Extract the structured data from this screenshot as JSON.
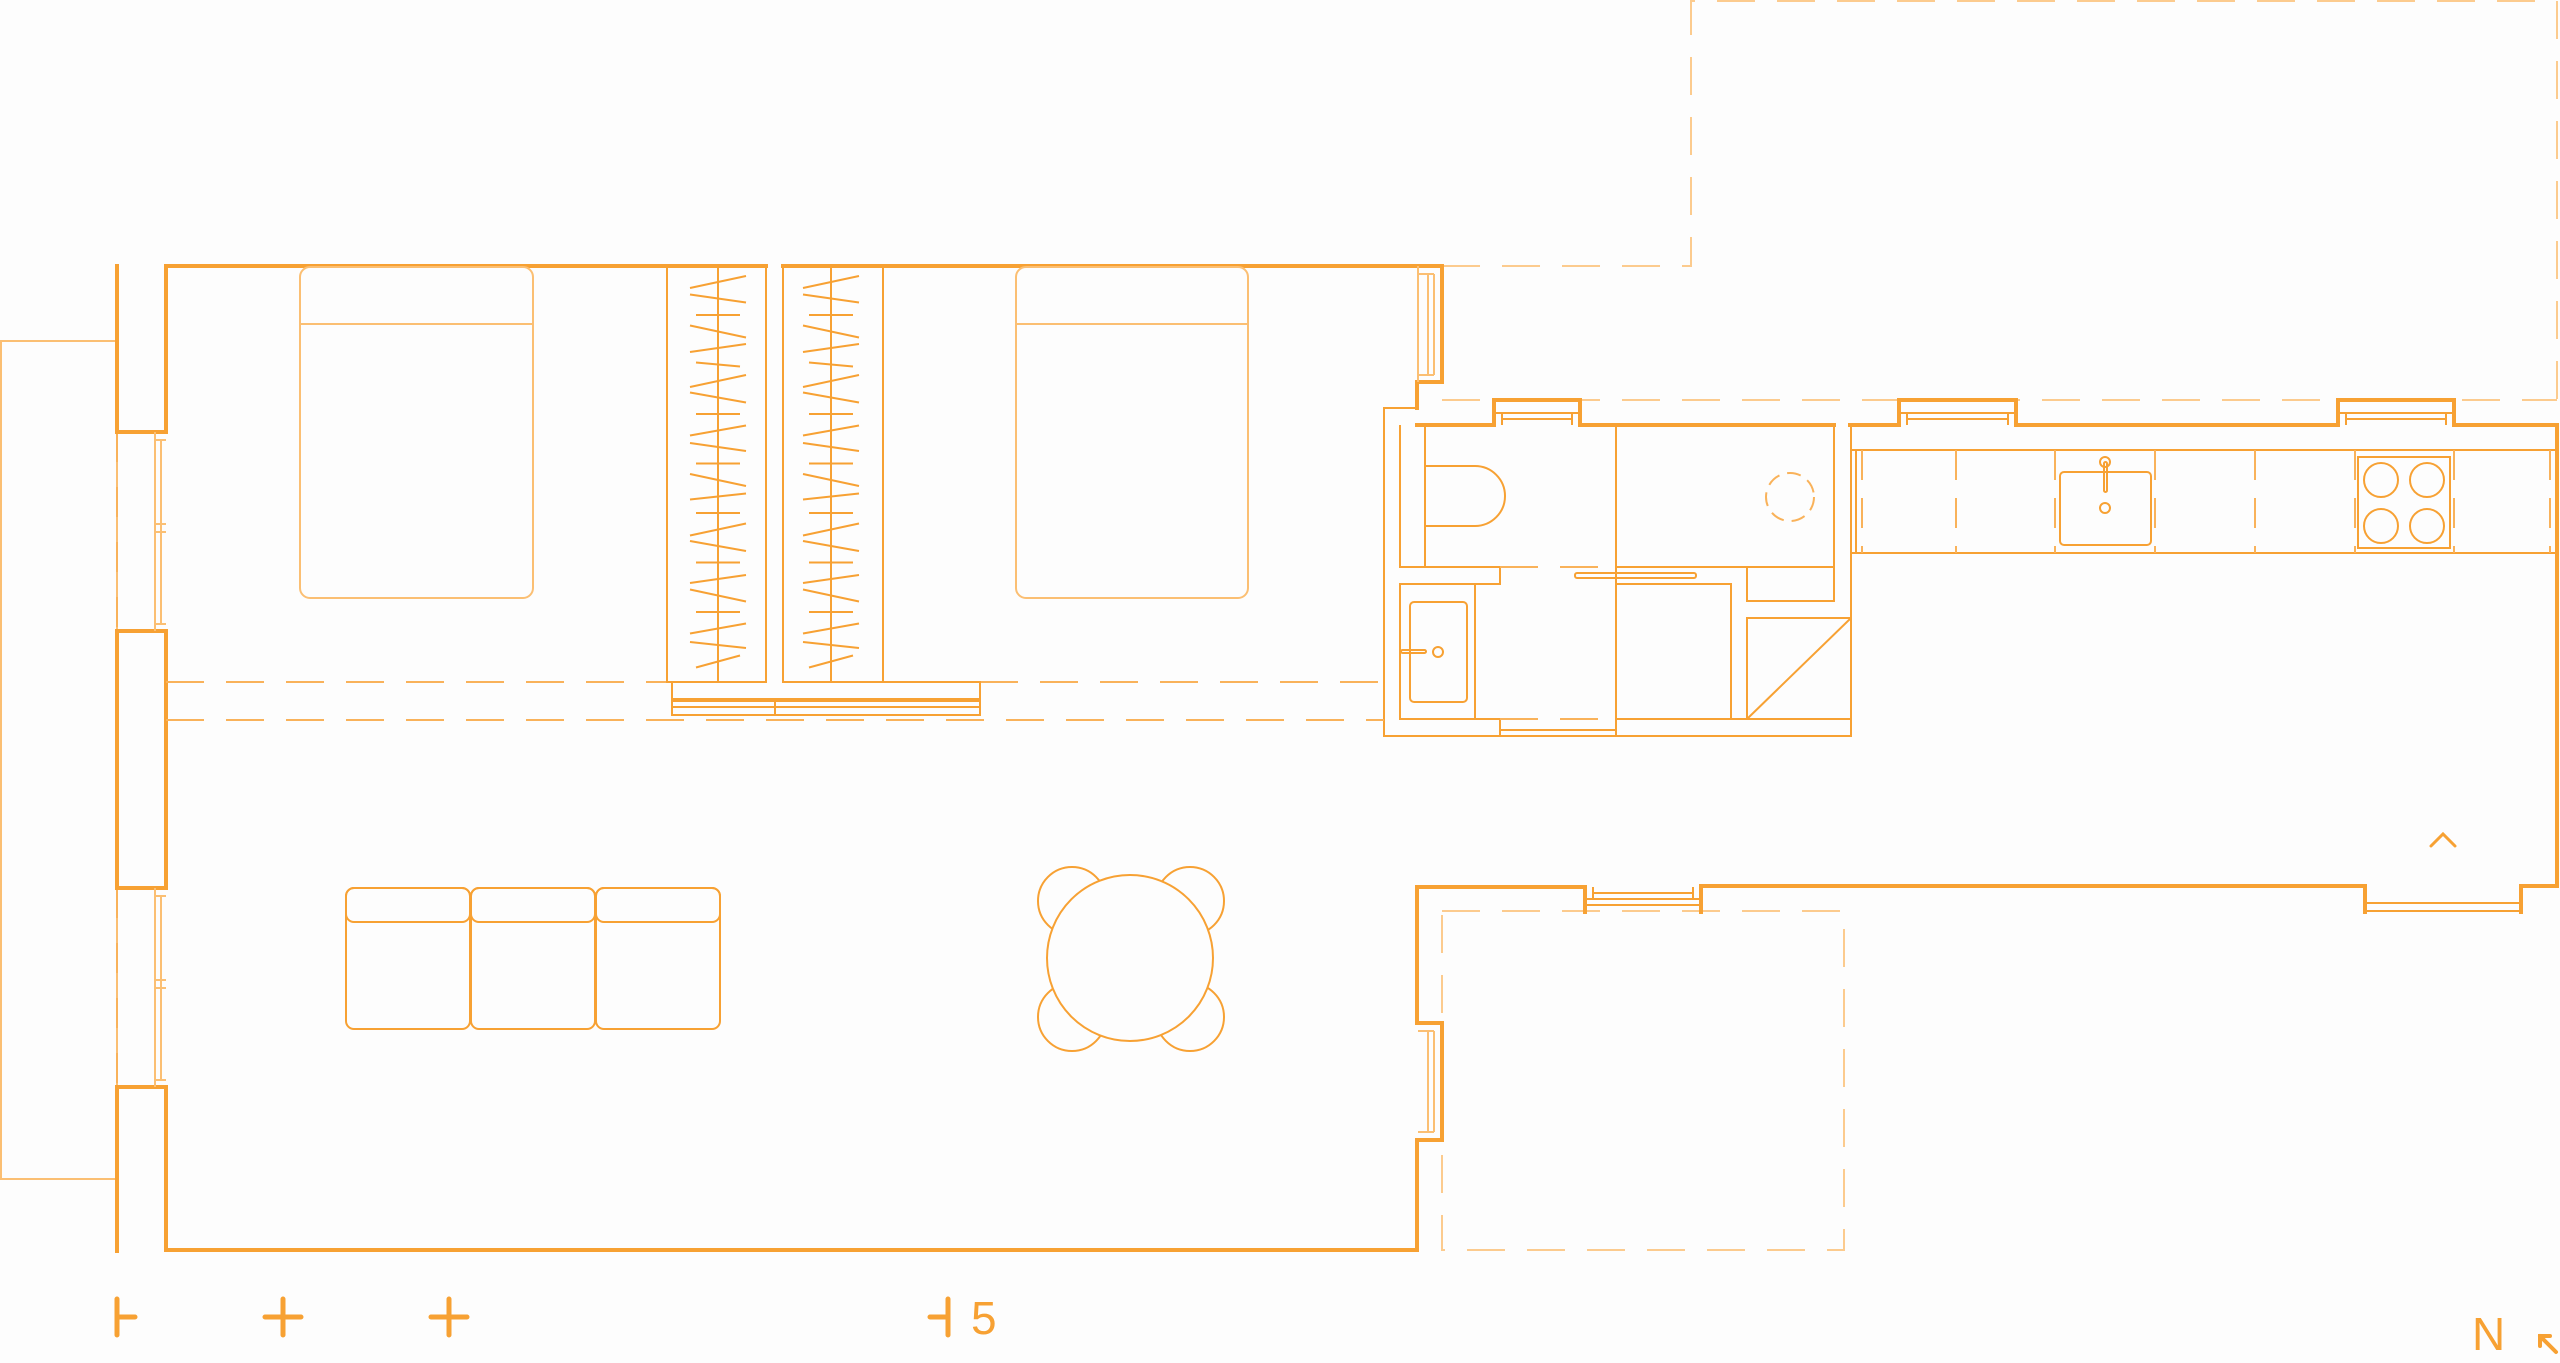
{
  "plan": {
    "line_color": "#f7a133",
    "light_line_color": "#fbbf73",
    "background": "#fdfdfd"
  },
  "scale_bar": {
    "end_label": "5",
    "ticks": [
      0,
      1,
      2,
      5
    ]
  },
  "north_arrow": {
    "label": "N",
    "icon": "arrow-up-left-icon"
  },
  "entrance_marker": {
    "icon": "chevron-up-icon"
  }
}
